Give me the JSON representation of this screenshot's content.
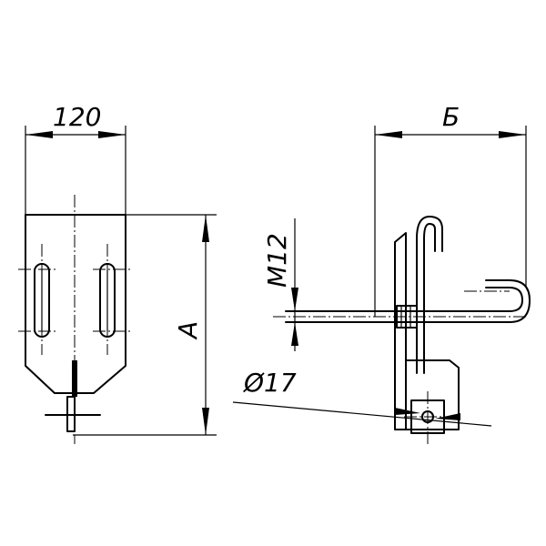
{
  "dimensions": {
    "width_120": "120",
    "height_a": "А",
    "width_b": "Б",
    "thread_m12": "M12",
    "diameter_17": "Ø17"
  }
}
